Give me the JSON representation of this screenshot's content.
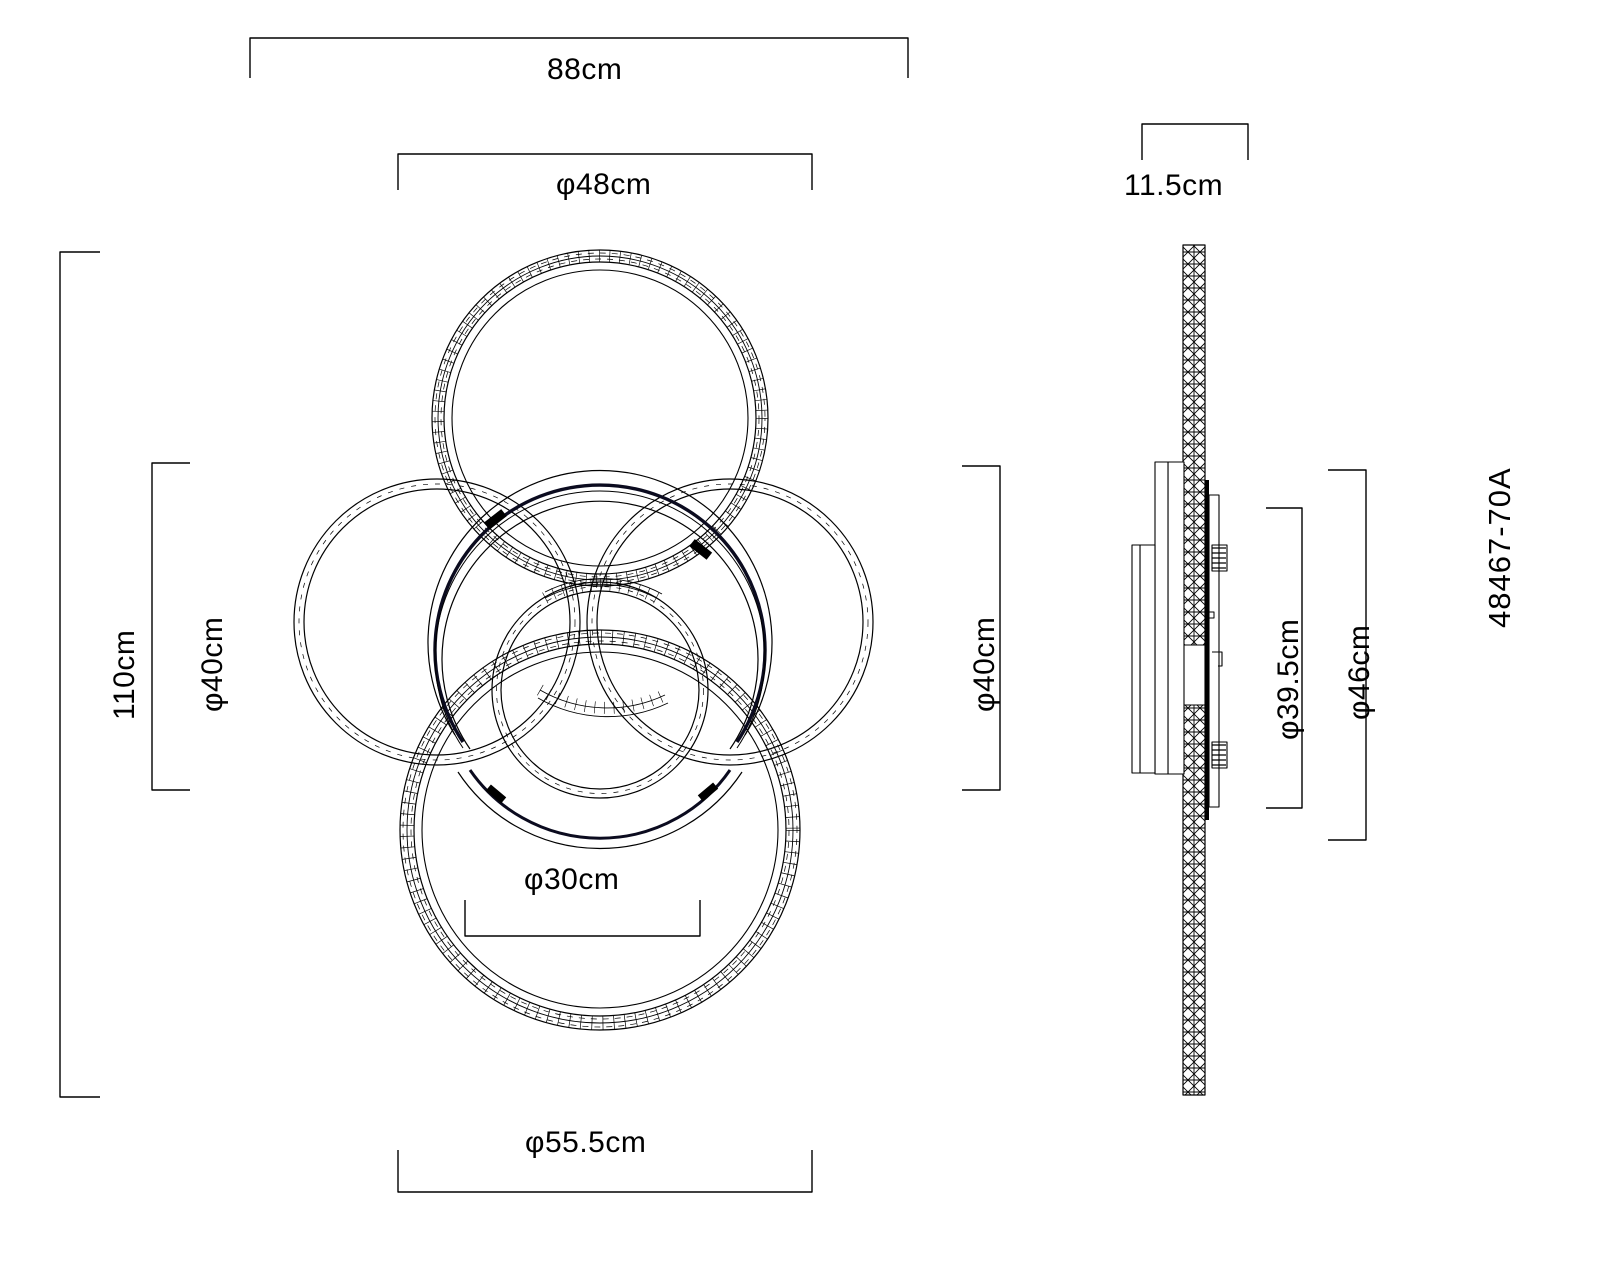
{
  "drawing": {
    "type": "technical-dimension-drawing",
    "subject": "LED crystal ring ceiling lamp",
    "model_number": "48467-70A",
    "units": "cm",
    "line_color": "#000000",
    "background_color": "#ffffff"
  },
  "front_view": {
    "name": "front-view",
    "dimensions": {
      "overall_width": "88cm",
      "overall_height": "110cm",
      "ring_top": "φ48cm",
      "ring_left": "φ40cm",
      "ring_right": "φ40cm",
      "ring_center": "φ30cm",
      "ring_bottom": "φ55.5cm"
    },
    "rings": [
      {
        "label": "φ48cm",
        "diameter_cm": 48,
        "position": "top"
      },
      {
        "label": "φ40cm",
        "diameter_cm": 40,
        "position": "left"
      },
      {
        "label": "φ40cm",
        "diameter_cm": 40,
        "position": "right"
      },
      {
        "label": "φ30cm",
        "diameter_cm": 30,
        "position": "center"
      },
      {
        "label": "φ55.5cm",
        "diameter_cm": 55.5,
        "position": "bottom"
      }
    ]
  },
  "side_view": {
    "name": "side-view",
    "dimensions": {
      "depth": "11.5cm",
      "plate_inner": "φ39.5cm",
      "plate_outer": "φ46cm"
    }
  },
  "labels": {
    "width_88": "88cm",
    "dia_48": "φ48cm",
    "height_110": "110cm",
    "dia_40_left": "φ40cm",
    "dia_40_right": "φ40cm",
    "dia_30": "φ30cm",
    "dia_55_5": "φ55.5cm",
    "depth_11_5": "11.5cm",
    "dia_39_5": "φ39.5cm",
    "dia_46": "φ46cm",
    "model": "48467-70A"
  }
}
